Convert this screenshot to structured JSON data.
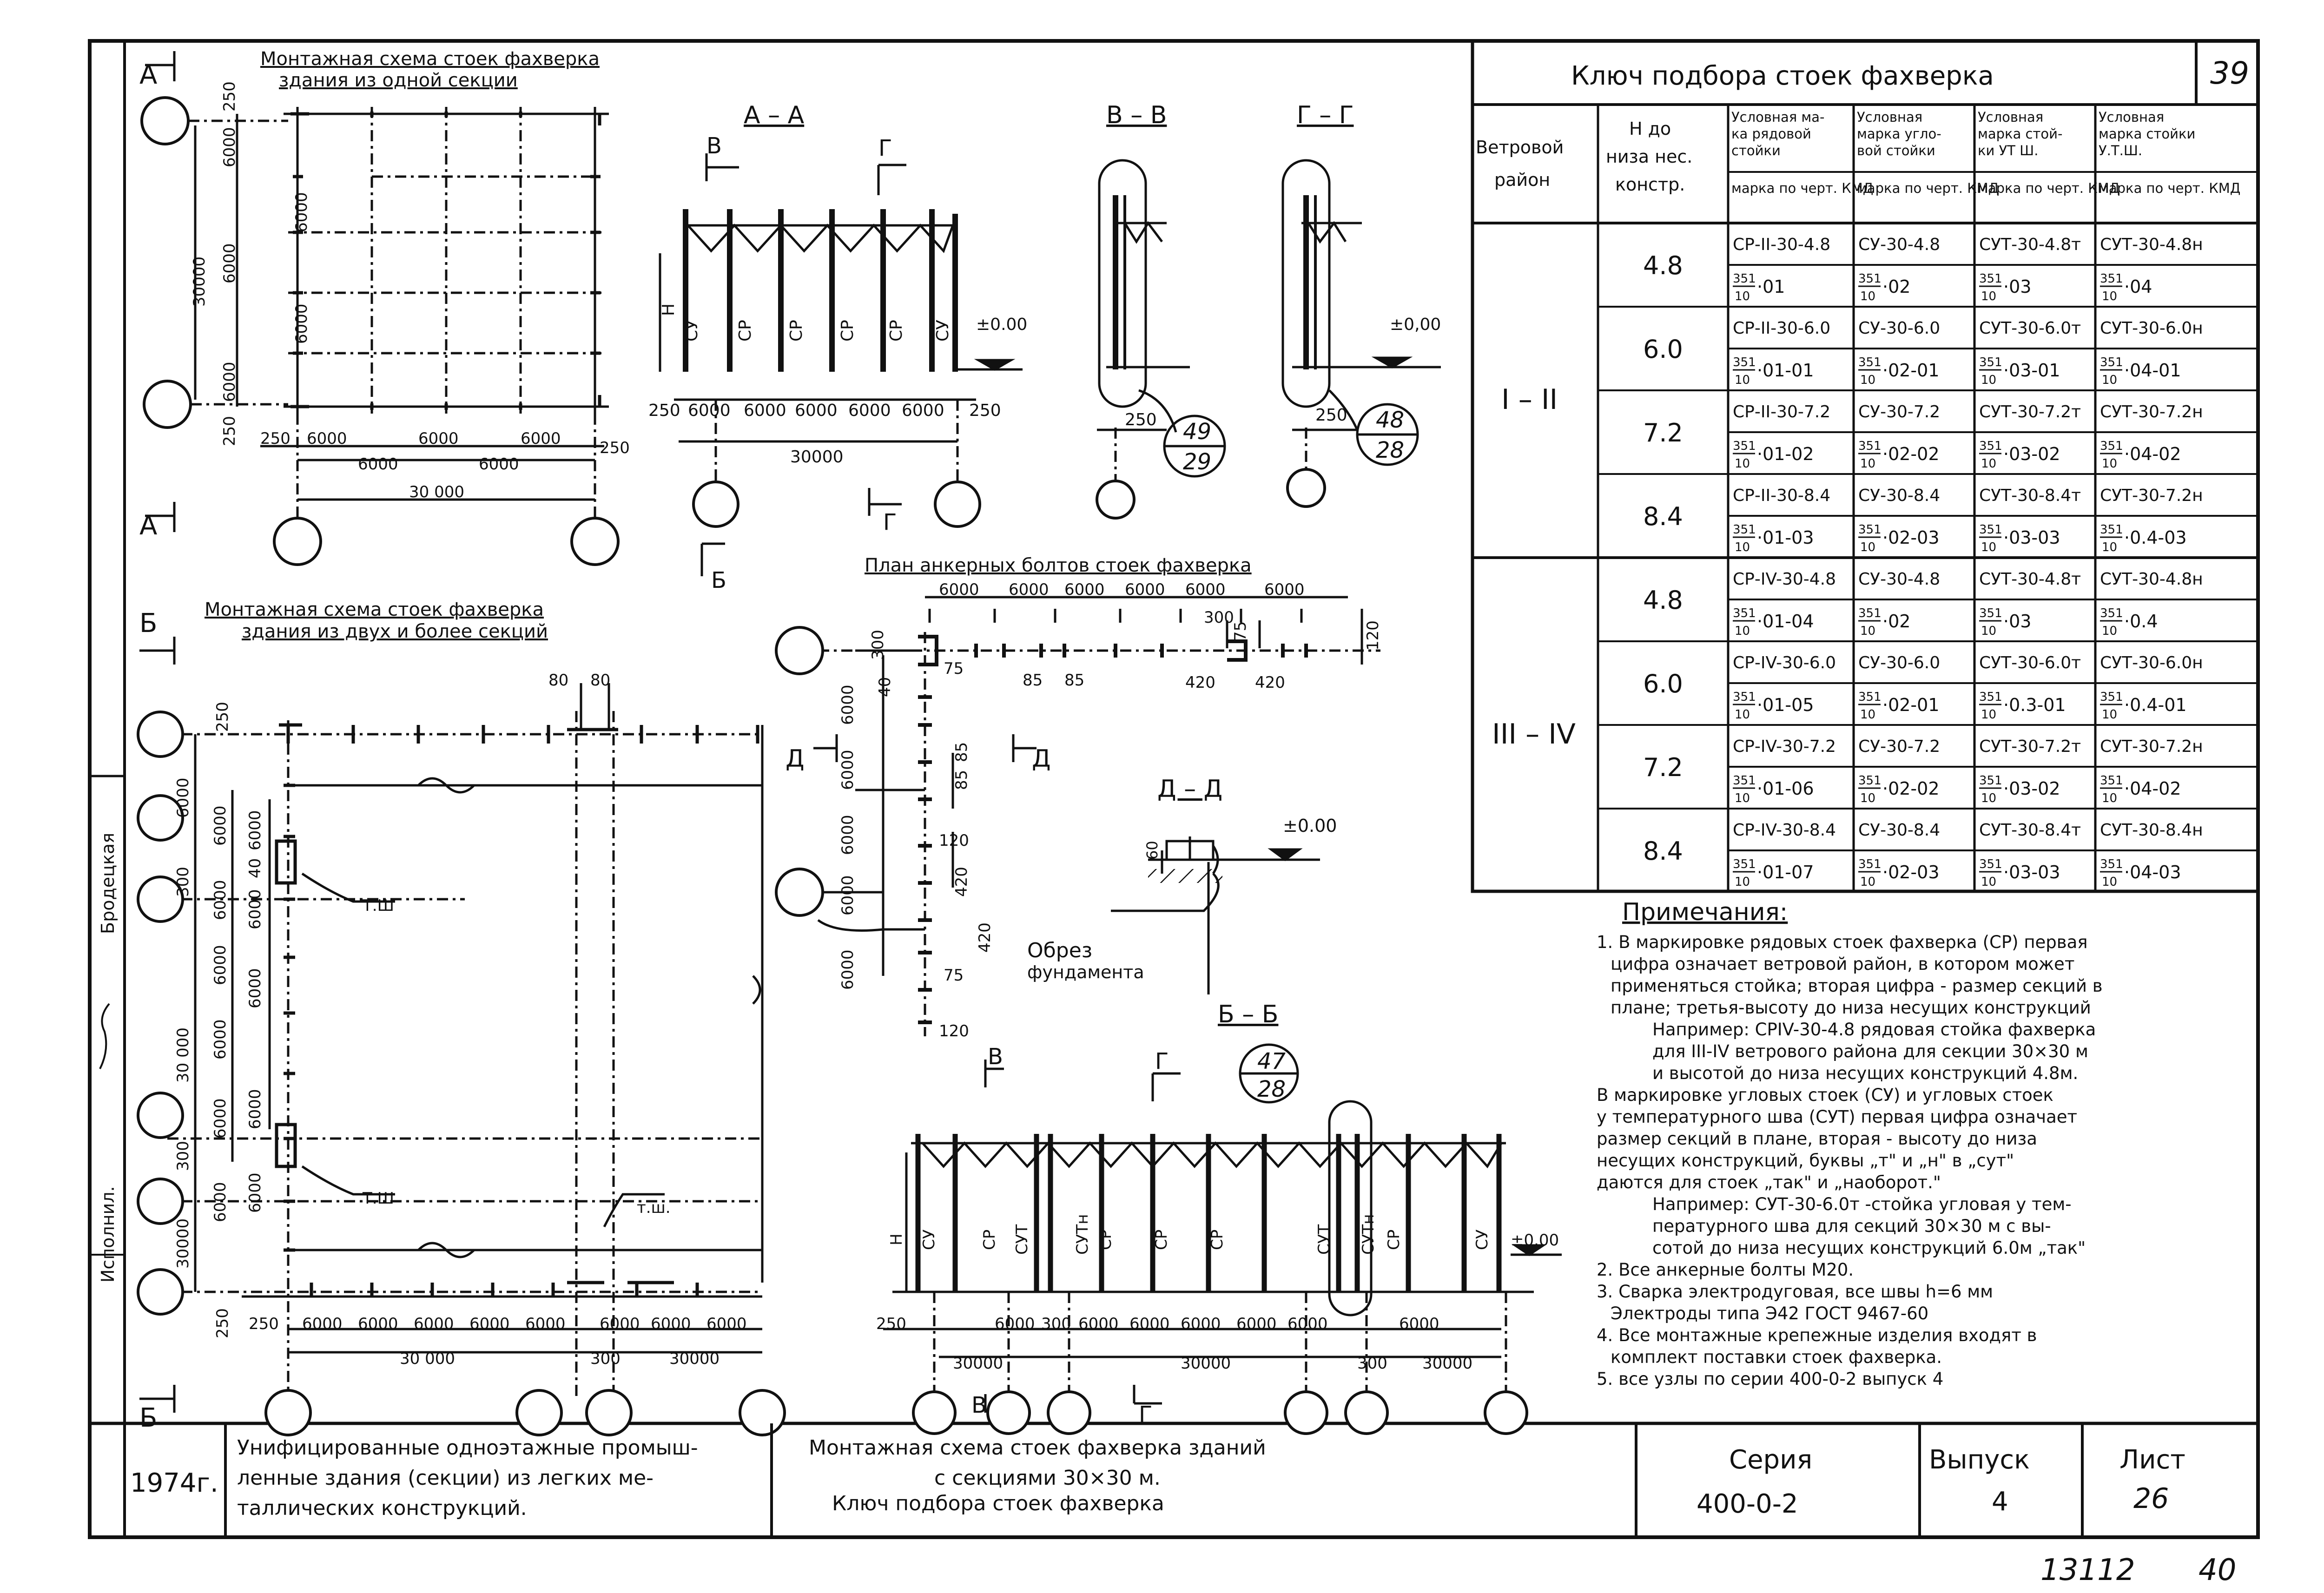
{
  "sheet_no": "39",
  "scheme1": {
    "title1": "Монтажная схема стоек фахверка",
    "title2": "здания из одной секции",
    "d250": "250",
    "d6000": "6000",
    "d30000": "30000",
    "d30_000": "30 000"
  },
  "scheme2": {
    "title1": "Монтажная схема стоек фахверка",
    "title2": "здания из двух и более секций",
    "d80": "80",
    "ts": "Т.Ш",
    "ts2": "т.ш.",
    "d300": "300",
    "d30000": "30000",
    "d30_000": "30 000",
    "d6000": "6000",
    "d250": "250",
    "d40": "40"
  },
  "marks": {
    "A": "А",
    "B": "Б",
    "V": "В",
    "G": "Г",
    "D": "Д"
  },
  "sections": {
    "aa": "А – А",
    "vv": "В – В",
    "gg": "Г – Г",
    "dd": "Д – Д",
    "bb": "Б – Б",
    "H": "Н",
    "zero": "±0.00",
    "zero2": "±0,00",
    "zero3": "±0.00",
    "zero4": "±0.00",
    "cy": "СУ",
    "cp": "СР",
    "cyt": "СУТ",
    "cytn": "СУТн",
    "cyt2": "СУТ",
    "d60": "60",
    "ref1": "49",
    "ref1b": "29",
    "ref2": "48",
    "ref2b": "28",
    "ref3": "47",
    "ref3b": "28",
    "obrez1": "Обрез",
    "obrez2": "фундамента"
  },
  "anchor": {
    "title": "План анкерных болтов стоек фахверка",
    "d75": "75",
    "d85": "85",
    "d120": "120",
    "d420": "420",
    "d300": "300",
    "d40": "40"
  },
  "table": {
    "title": "Ключ подбора стоек фахверка",
    "col1": [
      "Ветровой",
      "район"
    ],
    "col2": [
      "Н до",
      "низа нес.",
      "констр."
    ],
    "head_top": [
      [
        "Условная ма-",
        "ка рядовой",
        "стойки"
      ],
      [
        "Условная",
        "марка угло-",
        "вой стойки"
      ],
      [
        "Условная",
        "марка стой-",
        "ки УТ Ш."
      ],
      [
        "Условная",
        "марка стойки",
        "У.Т.Ш."
      ]
    ],
    "head_bot": [
      "марка по черт. КМД",
      "марка по черт. КМД",
      "марка по черт. КМД",
      "марка по черт. КМД"
    ],
    "groups": [
      {
        "region": "I – II",
        "rows": [
          {
            "h": "4.8",
            "top": [
              "СР-II-30-4.8",
              "СУ-30-4.8",
              "СУТ-30-4.8т",
              "СУТ-30-4.8н"
            ],
            "bot": [
              "·01",
              "·02",
              "·03",
              "·04"
            ]
          },
          {
            "h": "6.0",
            "top": [
              "СР-II-30-6.0",
              "СУ-30-6.0",
              "СУТ-30-6.0т",
              "СУТ-30-6.0н"
            ],
            "bot": [
              "·01-01",
              "·02-01",
              "·03-01",
              "·04-01"
            ]
          },
          {
            "h": "7.2",
            "top": [
              "СР-II-30-7.2",
              "СУ-30-7.2",
              "СУТ-30-7.2т",
              "СУТ-30-7.2н"
            ],
            "bot": [
              "·01-02",
              "·02-02",
              "·03-02",
              "·04-02"
            ]
          },
          {
            "h": "8.4",
            "top": [
              "СР-II-30-8.4",
              "СУ-30-8.4",
              "СУТ-30-8.4т",
              "СУТ-30-7.2н"
            ],
            "bot": [
              "·01-03",
              "·02-03",
              "·03-03",
              "·0.4-03"
            ]
          }
        ]
      },
      {
        "region": "III – IV",
        "rows": [
          {
            "h": "4.8",
            "top": [
              "СР-IV-30-4.8",
              "СУ-30-4.8",
              "СУТ-30-4.8т",
              "СУТ-30-4.8н"
            ],
            "bot": [
              "·01-04",
              "·02",
              "·03",
              "·0.4"
            ]
          },
          {
            "h": "6.0",
            "top": [
              "СР-IV-30-6.0",
              "СУ-30-6.0",
              "СУТ-30-6.0т",
              "СУТ-30-6.0н"
            ],
            "bot": [
              "·01-05",
              "·02-01",
              "·0.3-01",
              "·0.4-01"
            ]
          },
          {
            "h": "7.2",
            "top": [
              "СР-IV-30-7.2",
              "СУ-30-7.2",
              "СУТ-30-7.2т",
              "СУТ-30-7.2н"
            ],
            "bot": [
              "·01-06",
              "·02-02",
              "·03-02",
              "·04-02"
            ]
          },
          {
            "h": "8.4",
            "top": [
              "СР-IV-30-8.4",
              "СУ-30-8.4",
              "СУТ-30-8.4т",
              "СУТ-30-8.4н"
            ],
            "bot": [
              "·01-07",
              "·02-03",
              "·03-03",
              "·04-03"
            ]
          }
        ]
      }
    ],
    "frac_num": "351",
    "frac_den": "10"
  },
  "notes": {
    "title": "Примечания:",
    "lines": [
      "1. В маркировке рядовых стоек фахверка (СР) первая",
      "цифра означает ветровой район, в котором может",
      "применяться стойка; вторая цифра - размер секций в",
      "плане; третья-высоту до низа несущих конструкций",
      "Например: СРIV-30-4.8 рядовая стойка фахверка",
      "для III-IV ветрового района для секции 30×30 м",
      "и высотой до низа несущих конструкций 4.8м.",
      "В маркировке угловых стоек (СУ) и угловых стоек",
      "у температурного шва (СУТ) первая цифра означает",
      "размер секций в плане, вторая - высоту до низа",
      "несущих конструкций, буквы „т\" и „н\" в „сут\"",
      "даются для стоек „так\" и „наоборот.\"",
      "Например: СУТ-30-6.0т -стойка угловая у тем-",
      "пературного шва для секций 30×30 м с вы-",
      "сотой до низа несущих конструкций 6.0м „так\"",
      "2. Все анкерные болты М20.",
      "3. Сварка электродуговая, все швы h=6 мм",
      "Электроды типа Э42 ГОСТ 9467-60",
      "4. Все монтажные крепежные изделия входят в",
      "комплект поставки стоек фахверка.",
      "5. все узлы по серии 400-0-2 выпуск 4"
    ]
  },
  "titleblock": {
    "year": "1974г.",
    "desc": [
      "Унифицированные одноэтажные промыш-",
      "ленные здания (секции) из легких ме-",
      "таллических конструкций."
    ],
    "name": [
      "Монтажная схема стоек фахверка зданий",
      "с секциями 30×30 м.",
      "Ключ подбора стоек фахверка"
    ],
    "series_label": "Серия",
    "series_value": "400-0-2",
    "issue_label": "Выпуск",
    "issue_value": "4",
    "sheet_label": "Лист",
    "sheet_value": "26"
  },
  "side": {
    "top": "Бродецкая",
    "bottom": "Исполнил."
  },
  "footer": {
    "num": "13112",
    "page": "40"
  }
}
